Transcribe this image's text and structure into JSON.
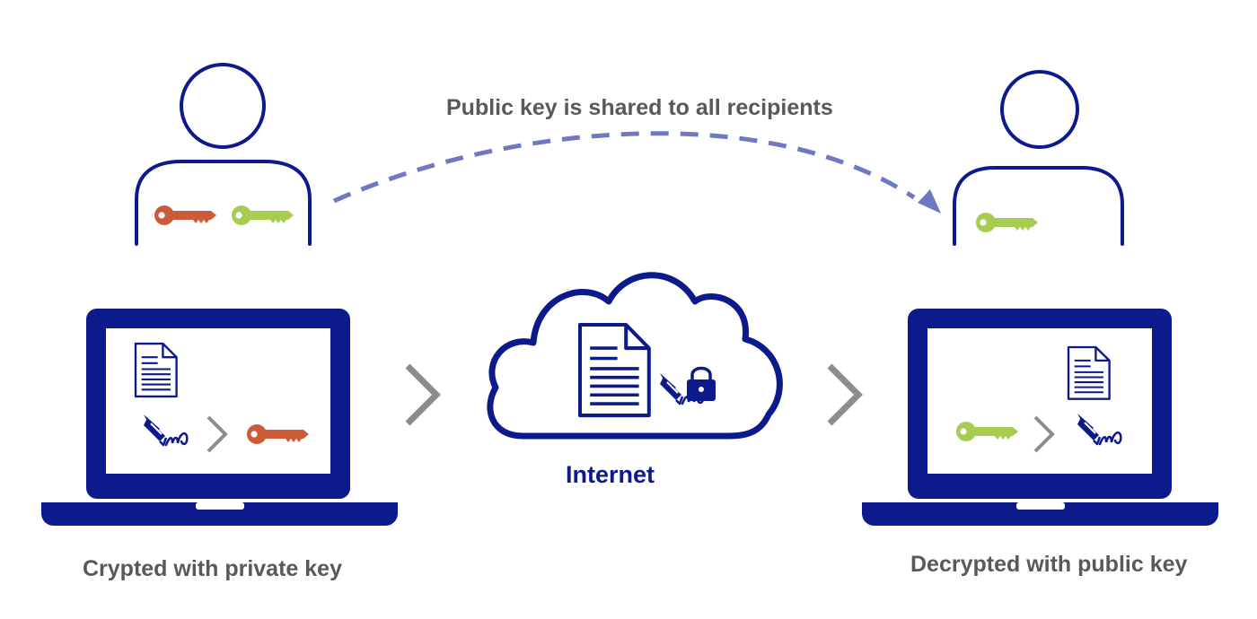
{
  "labels": {
    "shared": "Public key is shared to all recipients",
    "internet": "Internet",
    "sender": "Crypted with private key",
    "recipient": "Decrypted with public key"
  },
  "colors": {
    "navy": "#0d1a8c",
    "private_key": "#cc5b3a",
    "public_key": "#a6cc52",
    "arrow_gray": "#8c8c8c",
    "dashed_arc": "#6f78c4",
    "label_gray": "#595959"
  },
  "icons": [
    "person-icon",
    "private-key-icon",
    "public-key-icon",
    "laptop-icon",
    "document-icon",
    "signature-pen-icon",
    "chevron-right-icon",
    "cloud-icon",
    "lock-icon"
  ]
}
